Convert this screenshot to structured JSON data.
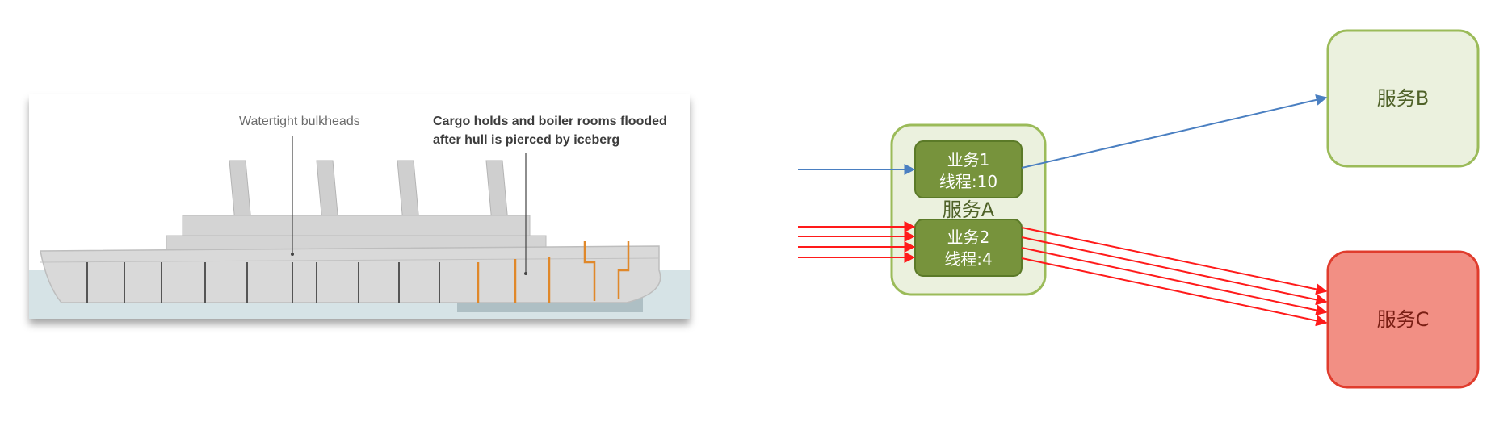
{
  "ship_figure": {
    "label_bulkheads": "Watertight bulkheads",
    "label_flooded_line1": "Cargo holds and boiler rooms flooded",
    "label_flooded_line2": "after hull is pierced by iceberg"
  },
  "diagram": {
    "service_a": {
      "label": "服务A",
      "task1": {
        "name": "业务1",
        "threads": "线程:10"
      },
      "task2": {
        "name": "业务2",
        "threads": "线程:4"
      }
    },
    "service_b": {
      "label": "服务B"
    },
    "service_c": {
      "label": "服务C"
    },
    "colors": {
      "blue_arrow": "#4a7fc1",
      "red_arrow": "#ff1a1a",
      "green_border": "#9bbb59",
      "task_fill": "#77933c",
      "service_b_fill": "#ebf1de",
      "service_c_fill": "#f28f84",
      "service_c_border": "#e03c2d"
    }
  }
}
